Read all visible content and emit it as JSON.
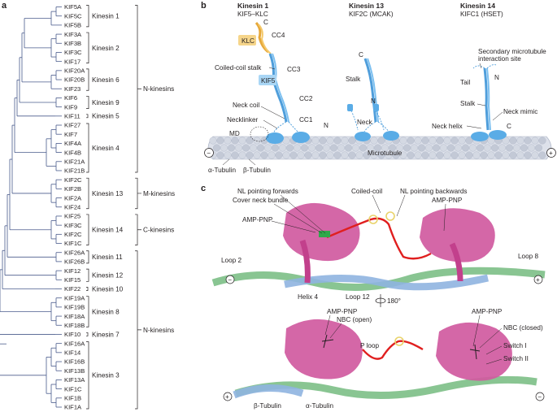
{
  "panels": {
    "a": "a",
    "b": "b",
    "c": "c"
  },
  "tree": {
    "genes": [
      "KIF5A",
      "KIF5C",
      "KIF5B",
      "KIF3A",
      "KIF3B",
      "KIF3C",
      "KIF17",
      "KIF20A",
      "KIF20B",
      "KIF23",
      "KIF6",
      "KIF9",
      "KIF11",
      "KIF27",
      "KIF7",
      "KIF4A",
      "KIF4B",
      "KIF21A",
      "KIF21B",
      "KIF2C",
      "KIF2B",
      "KIF2A",
      "KIF24",
      "KIF25",
      "KIF3C",
      "KIF2C",
      "KIF1C",
      "KIF26A",
      "KIF26B",
      "KIF12",
      "KIF15",
      "KIF22",
      "KIF19A",
      "KIF19B",
      "KIF18A",
      "KIF18B",
      "KIF10",
      "KIF16A",
      "KIF14",
      "KIF16B",
      "KIF13B",
      "KIF13A",
      "KIF1C",
      "KIF1B",
      "KIF1A"
    ],
    "families": [
      {
        "name": "Kinesin 1",
        "first": 0,
        "last": 2
      },
      {
        "name": "Kinesin 2",
        "first": 3,
        "last": 6
      },
      {
        "name": "Kinesin 6",
        "first": 7,
        "last": 9
      },
      {
        "name": "Kinesin 9",
        "first": 10,
        "last": 11
      },
      {
        "name": "Kinesin 5",
        "first": 12,
        "last": 12
      },
      {
        "name": "Kinesin 4",
        "first": 13,
        "last": 18
      },
      {
        "name": "Kinesin 13",
        "first": 19,
        "last": 22
      },
      {
        "name": "Kinesin 14",
        "first": 23,
        "last": 26
      },
      {
        "name": "Kinesin 11",
        "first": 27,
        "last": 28
      },
      {
        "name": "Kinesin 12",
        "first": 29,
        "last": 30
      },
      {
        "name": "Kinesin 10",
        "first": 31,
        "last": 31
      },
      {
        "name": "Kinesin 8",
        "first": 32,
        "last": 35
      },
      {
        "name": "Kinesin 7",
        "first": 36,
        "last": 36
      },
      {
        "name": "Kinesin 3",
        "first": 37,
        "last": 44
      }
    ],
    "groups": [
      {
        "name": "N-kinesins",
        "first": 0,
        "last": 18
      },
      {
        "name": "M-kinesins",
        "first": 19,
        "last": 22
      },
      {
        "name": "C-kinesins",
        "first": 23,
        "last": 26
      },
      {
        "name": "N-kinesins",
        "first": 27,
        "last": 44
      }
    ]
  },
  "panel_b": {
    "k1_title": "Kinesin 1",
    "k1_sub": "KIF5–KLC",
    "k13_title": "Kinesin 13",
    "k13_sub": "KIF2C (MCAK)",
    "k14_title": "Kinesin 14",
    "k14_sub": "KIFC1 (HSET)",
    "klc": "KLC",
    "kif5": "KIF5",
    "c": "C",
    "n": "N",
    "cc4": "CC4",
    "cc3": "CC3",
    "cc2": "CC2",
    "cc1": "CC1",
    "coiled_coil_stalk": "Coiled-coil stalk",
    "neck_coil": "Neck coil",
    "necklinker": "Necklinker",
    "md": "MD",
    "stalk": "Stalk",
    "neck": "Neck",
    "secondary": "Secondary microtubule",
    "interaction_site": "interaction site",
    "tail": "Tail",
    "neck_mimic": "Neck mimic",
    "neck_helix": "Neck helix",
    "microtubule": "Microtubule",
    "alpha_tubulin": "α-Tubulin",
    "beta_tubulin": "β-Tubulin",
    "minus": "−",
    "plus": "+",
    "colors": {
      "motor": "#5aace6",
      "klc": "#f2bf55",
      "lattice": "#c7ccd8"
    }
  },
  "panel_c": {
    "nl_forwards": "NL pointing forwards",
    "cover_neck_bundle": "Cover neck bundle",
    "coiled_coil": "Coiled-coil",
    "nl_backwards": "NL pointing backwards",
    "amp_pnp": "AMP-PNP",
    "loop2": "Loop 2",
    "loop8": "Loop 8",
    "helix4": "Helix 4",
    "loop12": "Loop 12",
    "rotation": "180°",
    "nbc_open": "NBC (open)",
    "nbc_closed": "NBC (closed)",
    "p_loop": "P loop",
    "switch1": "Switch I",
    "switch2": "Switch II",
    "beta_tubulin": "β-Tubulin",
    "alpha_tubulin": "α-Tubulin",
    "minus": "−",
    "plus": "+",
    "colors": {
      "kinesin": "#d05aa0",
      "alpha": "#7cbf86",
      "beta": "#8fb4e0",
      "linker": "#e01f1f",
      "ligand": "#f0e08a"
    }
  }
}
